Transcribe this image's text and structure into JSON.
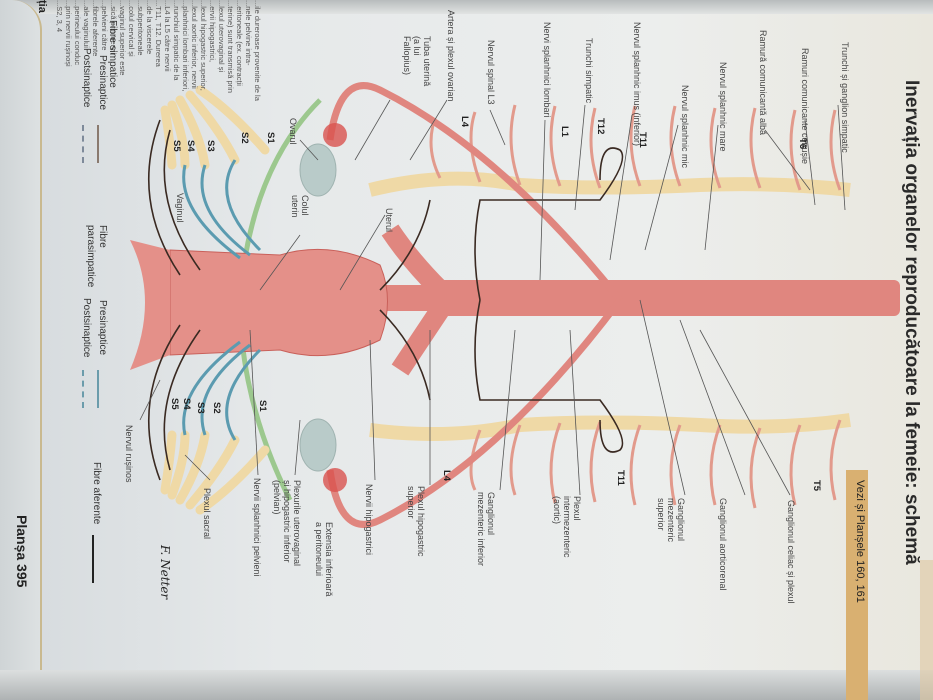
{
  "page": {
    "title": "Inervația organelor reproducătoare la femeie: schemă",
    "see_also": "Vezi și Planșele 160, 161",
    "plate_number": "Planșa 395",
    "previous_page_fragment": "ția",
    "signature": "F. Netter"
  },
  "vertebral_levels": {
    "upper_chain": [
      "T6",
      "T11",
      "T12",
      "L1",
      "L4"
    ],
    "lower_chain": [
      "T5",
      "T11",
      "L4"
    ],
    "sacral_upper": [
      "S1",
      "S2",
      "S3",
      "S4",
      "S5"
    ],
    "sacral_lower": [
      "S1",
      "S2",
      "S3",
      "S4",
      "S5"
    ]
  },
  "labels_upper": [
    "Trunchi și ganglion simpatic",
    "Ramuri comunicante cenușie",
    "Ramură comunicantă albă",
    "Nervul splanhnic mare",
    "Nervul splanhnic mic",
    "Nervul splanhnic imus (inferior)",
    "Trunchi simpatic",
    "Nervi splanhnici lombari",
    "Nervul spinal L3",
    "Artera și plexul ovarian",
    "Tuba uterină (a lui Fallopius)",
    "Ovarul",
    "Uterul",
    "Colul uterin",
    "Vaginul"
  ],
  "labels_lower": [
    "Ganglionul celiac și plexul",
    "Ganglionul aorticorenal",
    "Ganglionul mezenteric superior",
    "Plexul intermezenteric (aortic)",
    "Ganglionul mezenteric inferior",
    "Plexul hipogastric superior",
    "Nervii hipogastrici",
    "Extensia inferioară a peritoneului",
    "Plexurile uterovaginal și hipogastric inferior (pelvian)",
    "Nervii splanhnici pelvieni",
    "Plexul sacral",
    "Nervul rușinos"
  ],
  "legend": {
    "sympathetic": {
      "group": "Fibre simpatice",
      "pre": "Presinaptice",
      "post": "Postsinaptice"
    },
    "parasympathetic": {
      "group": "Fibre parasimpatice",
      "pre": "Presinaptice",
      "post": "Postsinaptice"
    },
    "afferent": {
      "label": "Fibre aferente"
    }
  },
  "side_text_lines": [
    "...ile dureroase provenite de la",
    "...nele pelvine intra-",
    "...eritoneale (ex. contracții",
    "...terine) sunt transmisă prin",
    "...lexul uterovaginal și",
    "...ervii hipogastrici,",
    "...lexul hipogastric superior,",
    "...lexul aortic inferior, nervii",
    "...planhnici lombari inferiori,",
    "...runchiul simpatic de la",
    "...L4 la L5 către nervii",
    "...T11, T12. Durerea",
    "...de la viscerele",
    "...subperitoneale",
    "...colul cervical și",
    "...vaginul superior este",
    "...sică prin nervii",
    "...pelvieni către",
    "...fibrele aferente",
    "...ale vaginului",
    "...perineului conduc",
    "...prin nervii rușinoși",
    "...S2, 3, 4"
  ],
  "colors": {
    "artery": "#e0867f",
    "artery_dark": "#c9605a",
    "nerve_chain": "#efd9a6",
    "parasympathetic": "#5b9bb0",
    "presynaptic": "#3a2a22",
    "peritoneum": "#9cc88e",
    "band": "#d9b071"
  }
}
